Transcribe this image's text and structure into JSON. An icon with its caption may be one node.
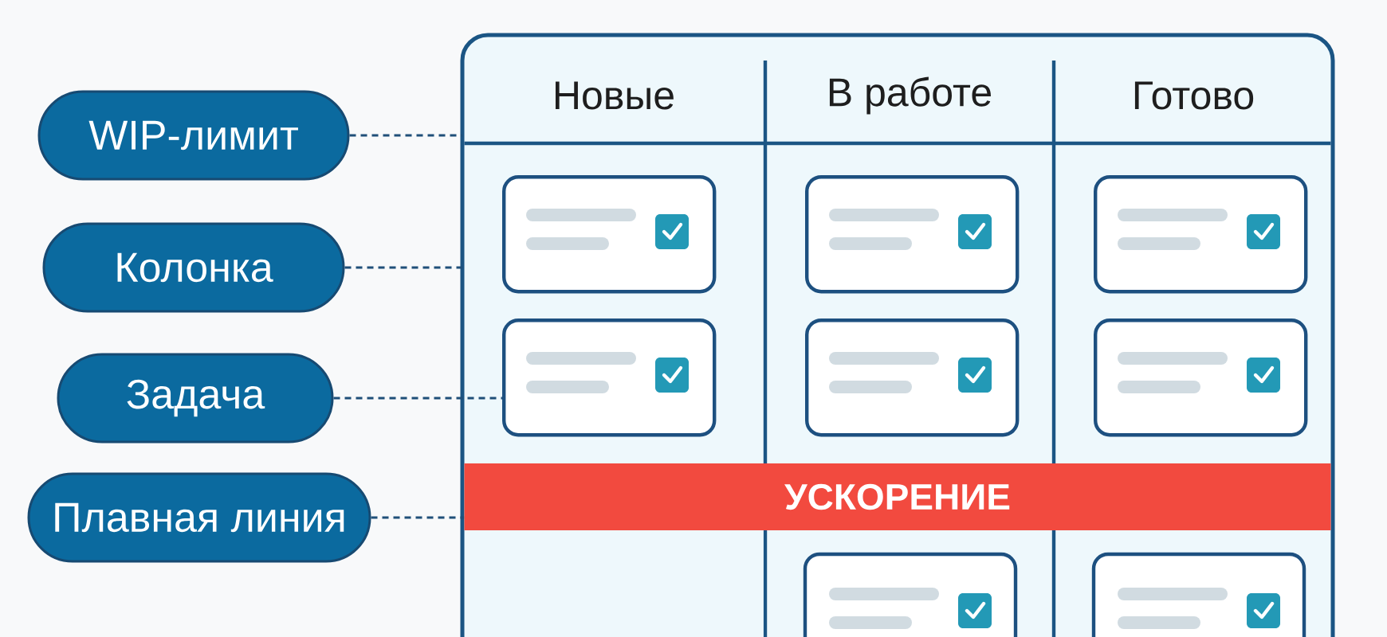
{
  "diagram": {
    "nodes": [
      {
        "text": [
          "WIP-лимит"
        ]
      },
      {
        "text": [
          "Колонка"
        ]
      },
      {
        "text": [
          "Задача"
        ]
      },
      {
        "text": [
          "Плавная линия"
        ]
      },
      {
        "text": [],
        "shape": "box"
      },
      {
        "text": [
          "Новые"
        ],
        "in": 4
      },
      {
        "text": [
          "В работе"
        ],
        "in": 4
      },
      {
        "text": [
          "Готово"
        ],
        "in": 4
      },
      {
        "text": [],
        "shape": "box",
        "in": 5
      },
      {
        "text": [],
        "shape": "box",
        "in": 6
      },
      {
        "text": [],
        "shape": "box",
        "in": 7
      },
      {
        "text": [],
        "shape": "box",
        "in": 5
      },
      {
        "text": [],
        "shape": "box",
        "in": 6
      },
      {
        "text": [],
        "shape": "box",
        "in": 7
      },
      {
        "text": [
          "УСКОРЕНИЕ"
        ],
        "in": 4
      },
      {
        "text": [],
        "shape": "box",
        "in": 6
      },
      {
        "text": [],
        "shape": "box",
        "in": 7
      }
    ],
    "edges": [
      {
        "from": 0,
        "to": 5,
        "arrow": "none",
        "style": "dashed"
      },
      {
        "from": 1,
        "to": 5,
        "arrow": "none",
        "style": "dashed"
      },
      {
        "from": 2,
        "to": 11,
        "arrow": "none",
        "style": "dashed"
      },
      {
        "from": 3,
        "to": 14,
        "arrow": "none",
        "style": "dashed"
      }
    ]
  }
}
